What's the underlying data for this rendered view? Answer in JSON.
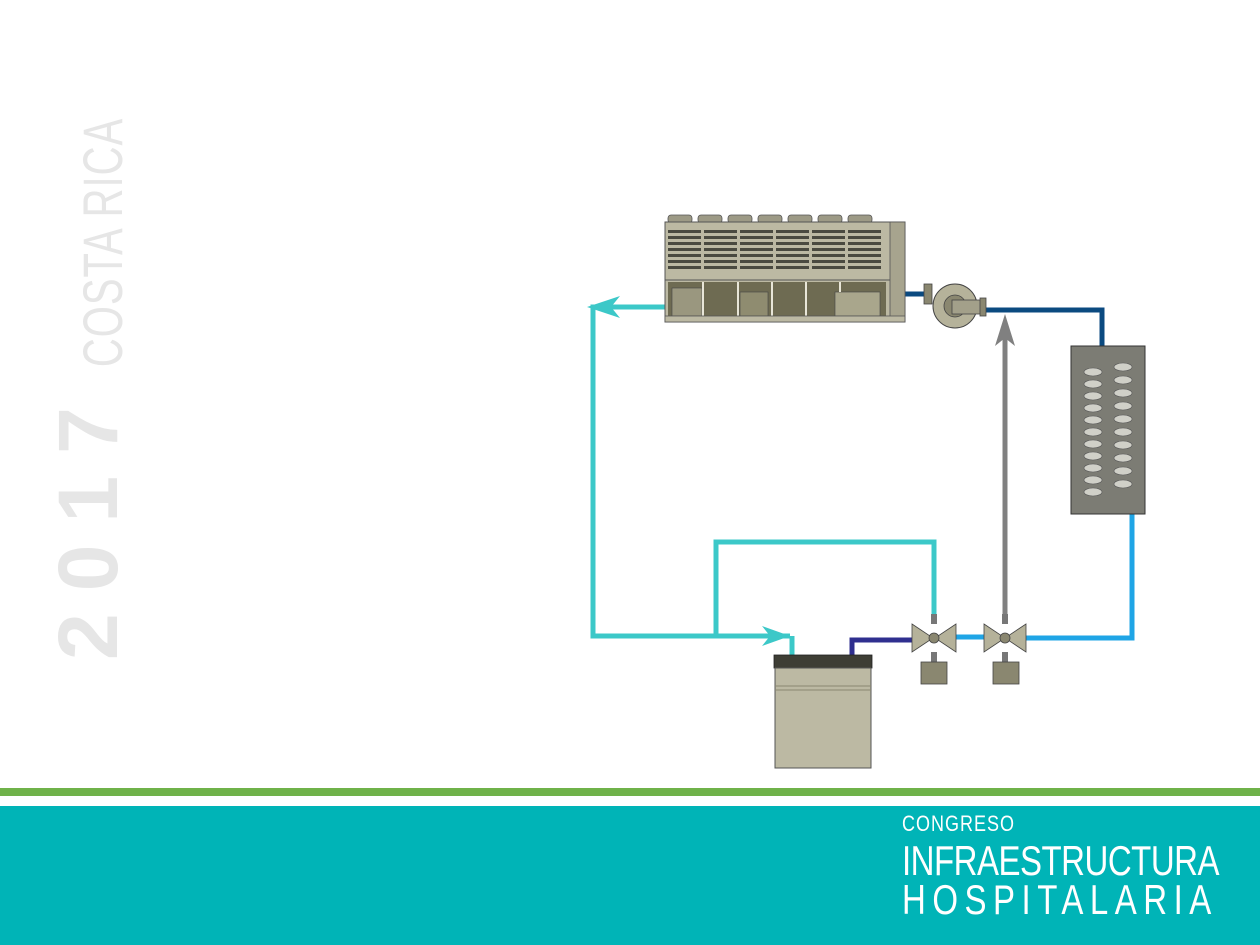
{
  "side_label": {
    "year": "2017",
    "country": "COSTA RICA"
  },
  "brand": {
    "line1": "CONGRESO",
    "line2": "INFRAESTRUCTURA",
    "line3": "HOSPITALARIA"
  },
  "colors": {
    "pipe_chilled": "#3cc8c8",
    "pipe_navy": "#0b4a80",
    "pipe_blue": "#1fa5e6",
    "pipe_purple": "#2f2f8f",
    "pipe_gray": "#808080",
    "equipment": "#b8b59f",
    "footer_green": "#6fb24a",
    "footer_teal": "#00b4b7"
  },
  "components": [
    "chiller",
    "pump",
    "air-handling-unit",
    "expansion-tank",
    "control-valve-1",
    "control-valve-2"
  ]
}
